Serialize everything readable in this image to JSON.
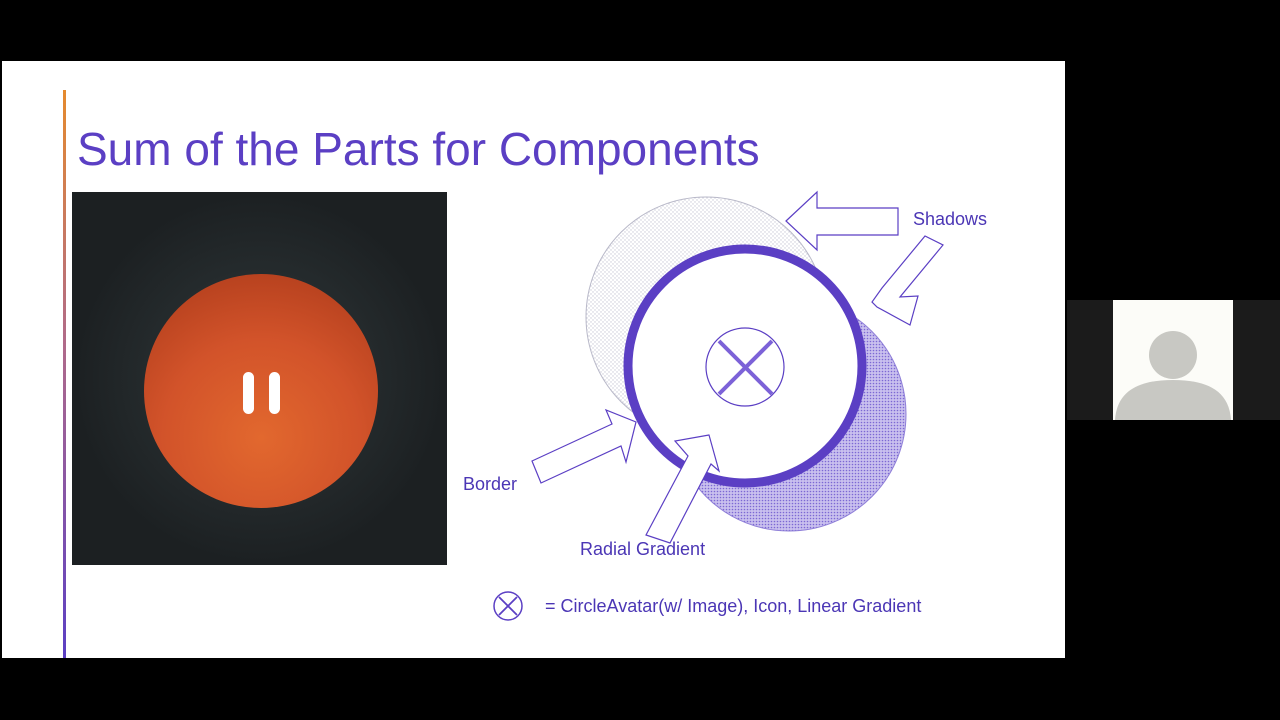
{
  "slide": {
    "title": "Sum of the Parts for Components",
    "demo": {
      "button_color": "#d2532a",
      "icon": "pause-icon"
    },
    "diagram": {
      "labels": {
        "shadows": "Shadows",
        "border": "Border",
        "radial_gradient": "Radial Gradient"
      },
      "legend": {
        "symbol": "circle-x-icon",
        "text": "= CircleAvatar(w/ Image), Icon, Linear Gradient"
      }
    },
    "colors": {
      "accent": "#5b3fc4",
      "text": "#4b36b5"
    }
  },
  "participant": {
    "avatar_icon": "person-placeholder-icon"
  }
}
